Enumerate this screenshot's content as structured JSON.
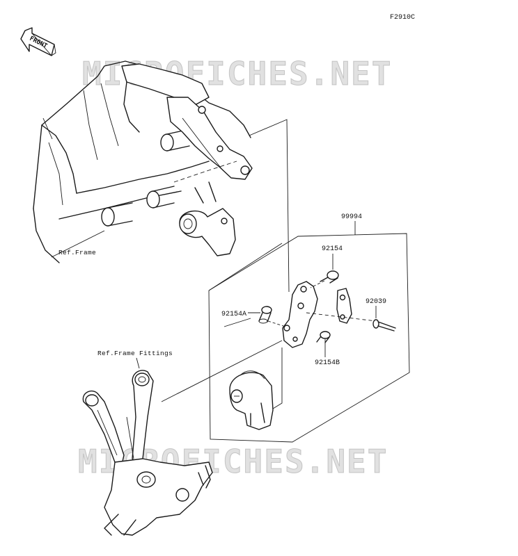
{
  "diagram_code": "F2910C",
  "front_arrow_text": "FRONT",
  "watermark_text": "MICROFICHES.NET",
  "labels": {
    "assembly": "99994",
    "bolt_top": "92154",
    "bolt_a": "92154A",
    "pin": "92039",
    "bolt_b": "92154B",
    "ref_frame": "Ref.Frame",
    "ref_frame_fittings": "Ref.Frame Fittings"
  }
}
